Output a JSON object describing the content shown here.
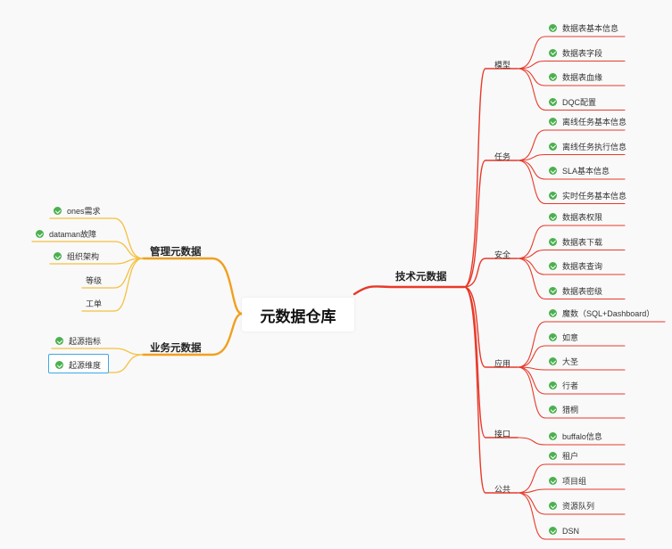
{
  "root": "元数据仓库",
  "colors": {
    "right": "#e8392a",
    "left": "#f5c040",
    "left_near": "#f0a020",
    "check": "#4cb050",
    "select": "#3ea8e8"
  },
  "right_topic": "技术元数据",
  "right_groups": [
    {
      "label": "模型",
      "items": [
        "数据表基本信息",
        "数据表字段",
        "数据表血缘",
        "DQC配置"
      ]
    },
    {
      "label": "任务",
      "items": [
        "离线任务基本信息",
        "离线任务执行信息",
        "SLA基本信息",
        "实时任务基本信息"
      ]
    },
    {
      "label": "安全",
      "items": [
        "数据表权限",
        "数据表下载",
        "数据表查询",
        "数据表密级"
      ]
    },
    {
      "label": "应用",
      "items": [
        "魔数（SQL+Dashboard）",
        "如意",
        "大圣",
        "行者",
        "猎桐"
      ]
    },
    {
      "label": "接口",
      "items": [
        "buffalo信息"
      ]
    },
    {
      "label": "公共",
      "items": [
        "租户",
        "项目组",
        "资源队列",
        "DSN"
      ]
    }
  ],
  "left_topics": [
    {
      "label": "管理元数据",
      "items": [
        {
          "text": "ones需求",
          "check": true
        },
        {
          "text": "dataman故障",
          "check": true
        },
        {
          "text": "组织架构",
          "check": true
        },
        {
          "text": "等级",
          "check": false
        },
        {
          "text": "工单",
          "check": false
        }
      ]
    },
    {
      "label": "业务元数据",
      "items": [
        {
          "text": "起源指标",
          "check": true
        },
        {
          "text": "起源维度",
          "check": true,
          "selected": true
        }
      ]
    }
  ]
}
